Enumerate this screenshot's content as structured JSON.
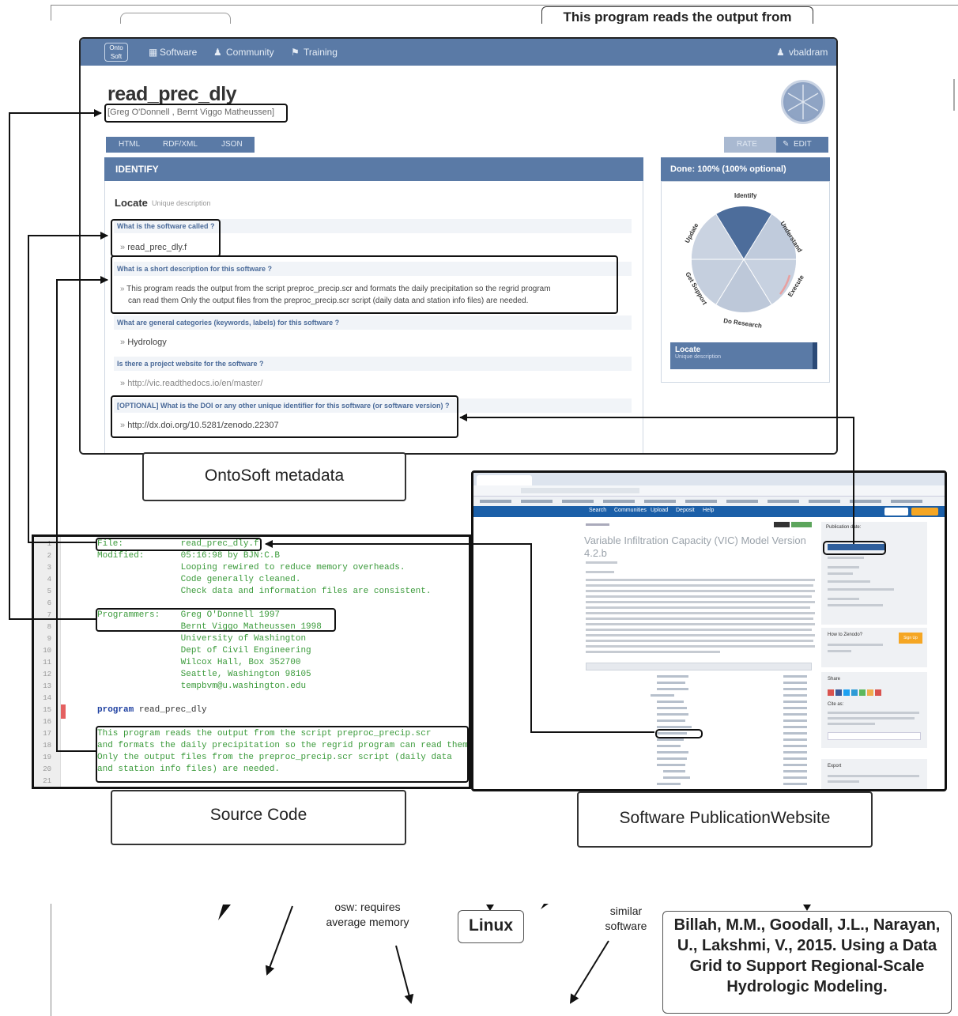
{
  "top_callout": "This program reads the output from",
  "ontosoft": {
    "nav": {
      "logo": "Onto Soft",
      "software": "Software",
      "community": "Community",
      "training": "Training",
      "user": "vbaldram"
    },
    "title": "read_prec_dly",
    "authors": "[Greg O'Donnell , Bernt Viggo Matheussen]",
    "formats": [
      "HTML",
      "RDF/XML",
      "JSON"
    ],
    "edit_buttons": {
      "rate": "RATE",
      "edit": "EDIT"
    },
    "section_title": "IDENTIFY",
    "locate_title": "Locate",
    "locate_subtitle": "Unique description",
    "questions": [
      {
        "q": "What is the software called ?",
        "a": "read_prec_dly.f"
      },
      {
        "q": "What is a short description for this software ?",
        "a": "This program reads the output from the script preproc_precip.scr and formats the daily precipitation so the regrid program",
        "a2": "can read them Only the output files from the preproc_precip.scr script (daily data  and station info files) are needed."
      },
      {
        "q": "What are general categories (keywords, labels) for this software ?",
        "a": "Hydrology"
      },
      {
        "q": "Is there a project website for the software ?",
        "a": "http://vic.readthedocs.io/en/master/"
      },
      {
        "q": "[OPTIONAL] What is the DOI or any other unique identifier for this software (or software version) ?",
        "a": "http://dx.doi.org/10.5281/zenodo.22307"
      }
    ],
    "progress": {
      "title": "Done: 100% (100% optional)",
      "segments": [
        "Identify",
        "Understand",
        "Execute",
        "Do Research",
        "Get Support",
        "Update"
      ],
      "card_title": "Locate",
      "card_subtitle": "Unique description"
    }
  },
  "labels": {
    "metadata": "OntoSoft metadata",
    "source": "Source Code",
    "website": "Software PublicationWebsite"
  },
  "source_code": {
    "line_numbers": [
      "1",
      "2",
      "3",
      "4",
      "5",
      "6",
      "7",
      "8",
      "9",
      "10",
      "11",
      "12",
      "13",
      "14",
      "15",
      "16",
      "17",
      "18",
      "19",
      "20",
      "21"
    ],
    "header_lines": [
      "File:           read_prec_dly.f",
      "Modified:       05:16:98 by BJN:C.B",
      "                Looping rewired to reduce memory overheads.",
      "                Code generally cleaned.",
      "                Check data and information files are consistent.",
      "",
      "Programmers:    Greg O'Donnell 1997",
      "                Bernt Viggo Matheussen 1998",
      "                University of Washington",
      "                Dept of Civil Engineering",
      "                Wilcox Hall, Box 352700",
      "                Seattle, Washington 98105",
      "                tempbvm@u.washington.edu"
    ],
    "program_keyword": "program",
    "program_name": " read_prec_dly",
    "desc_lines": [
      "This program reads the output from the script preproc_precip.scr",
      "and formats the daily precipitation so the regrid program can read them",
      "Only the output files from the preproc_precip.scr script (daily data",
      "and station info files) are needed."
    ]
  },
  "website": {
    "title": "Variable Infiltration Capacity (VIC) Model Version 4.2.b",
    "nav": [
      "Search",
      "Communities",
      "Upload",
      "Deposit",
      "Help"
    ],
    "sidebar_headings": [
      "Publication date:",
      "How to Zenodo?",
      "Share",
      "Cite as:",
      "Export"
    ],
    "signup": "Sign Up"
  },
  "bottom": {
    "memory_note": "osw: requires average memory",
    "linux": "Linux",
    "similar": "similar software",
    "reference": "Billah, M.M., Goodall, J.L., Narayan, U., Lakshmi, V., 2015. Using a Data Grid to Support Regional-Scale Hydrologic Modeling."
  },
  "colors": {
    "accent": "#5a7aa6",
    "code_comment": "#3a9a3a",
    "keyword": "#1d3fa0",
    "zenodo_blue": "#1b5fa8"
  }
}
